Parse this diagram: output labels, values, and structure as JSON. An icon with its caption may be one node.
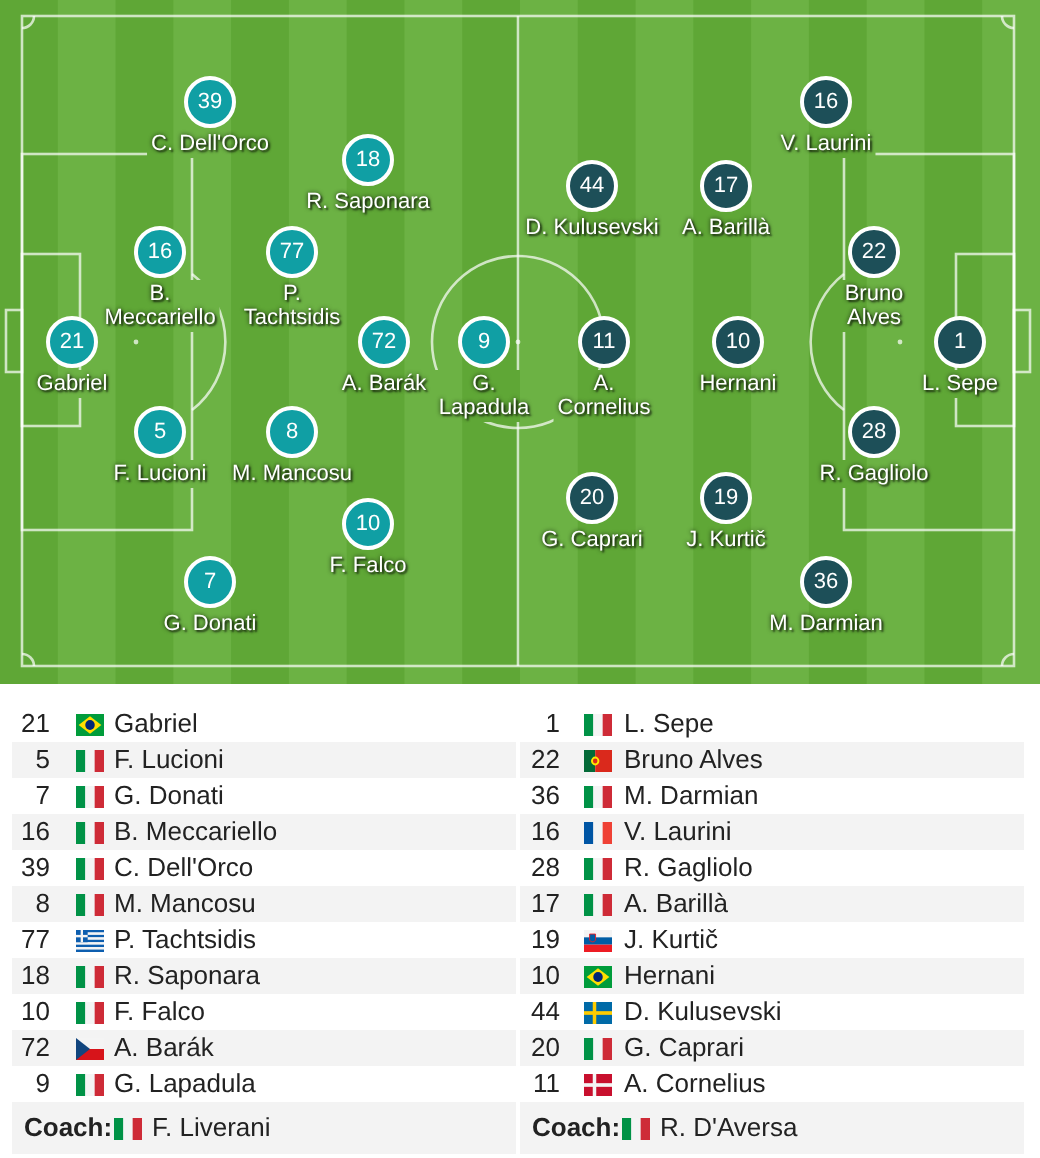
{
  "diagram": {
    "nodes": [
      {
        "text": [
          "21"
        ],
        "beside": [
          "Gabriel"
        ]
      },
      {
        "text": [
          "5"
        ],
        "beside": [
          "F. Lucioni"
        ]
      },
      {
        "text": [
          "7"
        ],
        "beside": [
          "G. Donati"
        ]
      },
      {
        "text": [
          "16"
        ],
        "beside": [
          "B. Meccariello"
        ]
      },
      {
        "text": [
          "39"
        ],
        "beside": [
          "C. Dell'Orco"
        ]
      },
      {
        "text": [
          "8"
        ],
        "beside": [
          "M. Mancosu"
        ]
      },
      {
        "text": [
          "77"
        ],
        "beside": [
          "P. Tachtsidis"
        ]
      },
      {
        "text": [
          "18"
        ],
        "beside": [
          "R. Saponara"
        ]
      },
      {
        "text": [
          "10"
        ],
        "beside": [
          "F. Falco"
        ]
      },
      {
        "text": [
          "72"
        ],
        "beside": [
          "A. Barák"
        ]
      },
      {
        "text": [
          "9"
        ],
        "beside": [
          "G. Lapadula"
        ]
      },
      {
        "text": [
          "1"
        ],
        "beside": [
          "L. Sepe"
        ]
      },
      {
        "text": [
          "22"
        ],
        "beside": [
          "Bruno Alves"
        ]
      },
      {
        "text": [
          "36"
        ],
        "beside": [
          "M. Darmian"
        ]
      },
      {
        "text": [
          "16"
        ],
        "beside": [
          "V. Laurini"
        ]
      },
      {
        "text": [
          "28"
        ],
        "beside": [
          "R. Gagliolo"
        ]
      },
      {
        "text": [
          "17"
        ],
        "beside": [
          "A. Barillà"
        ]
      },
      {
        "text": [
          "19"
        ],
        "beside": [
          "J. Kurtič"
        ]
      },
      {
        "text": [
          "10"
        ],
        "beside": [
          "Hernani"
        ]
      },
      {
        "text": [
          "44"
        ],
        "beside": [
          "D. Kulusevski"
        ]
      },
      {
        "text": [
          "20"
        ],
        "beside": [
          "G. Caprari"
        ]
      },
      {
        "text": [
          "11"
        ],
        "beside": [
          "A. Cornelius"
        ]
      }
    ],
    "labels": [
      "21",
      "Gabriel",
      "5",
      "F. Lucioni",
      "7",
      "G. Donati",
      "16",
      "B. Meccariello",
      "39",
      "C. Dell'Orco",
      "8",
      "M. Mancosu",
      "77",
      "P. Tachtsidis",
      "18",
      "R. Saponara",
      "10",
      "F. Falco",
      "72",
      "A. Barák",
      "9",
      "G. Lapadula",
      "Coach:",
      "F. Liverani",
      "1",
      "L. Sepe",
      "22",
      "Bruno Alves",
      "36",
      "M. Darmian",
      "16",
      "V. Laurini",
      "28",
      "R. Gagliolo",
      "17",
      "A. Barillà",
      "19",
      "J. Kurtič",
      "10",
      "Hernani",
      "44",
      "D. Kulusevski",
      "20",
      "G. Caprari",
      "11",
      "A. Cornelius",
      "Coach:",
      "R. D'Aversa"
    ]
  }
}
